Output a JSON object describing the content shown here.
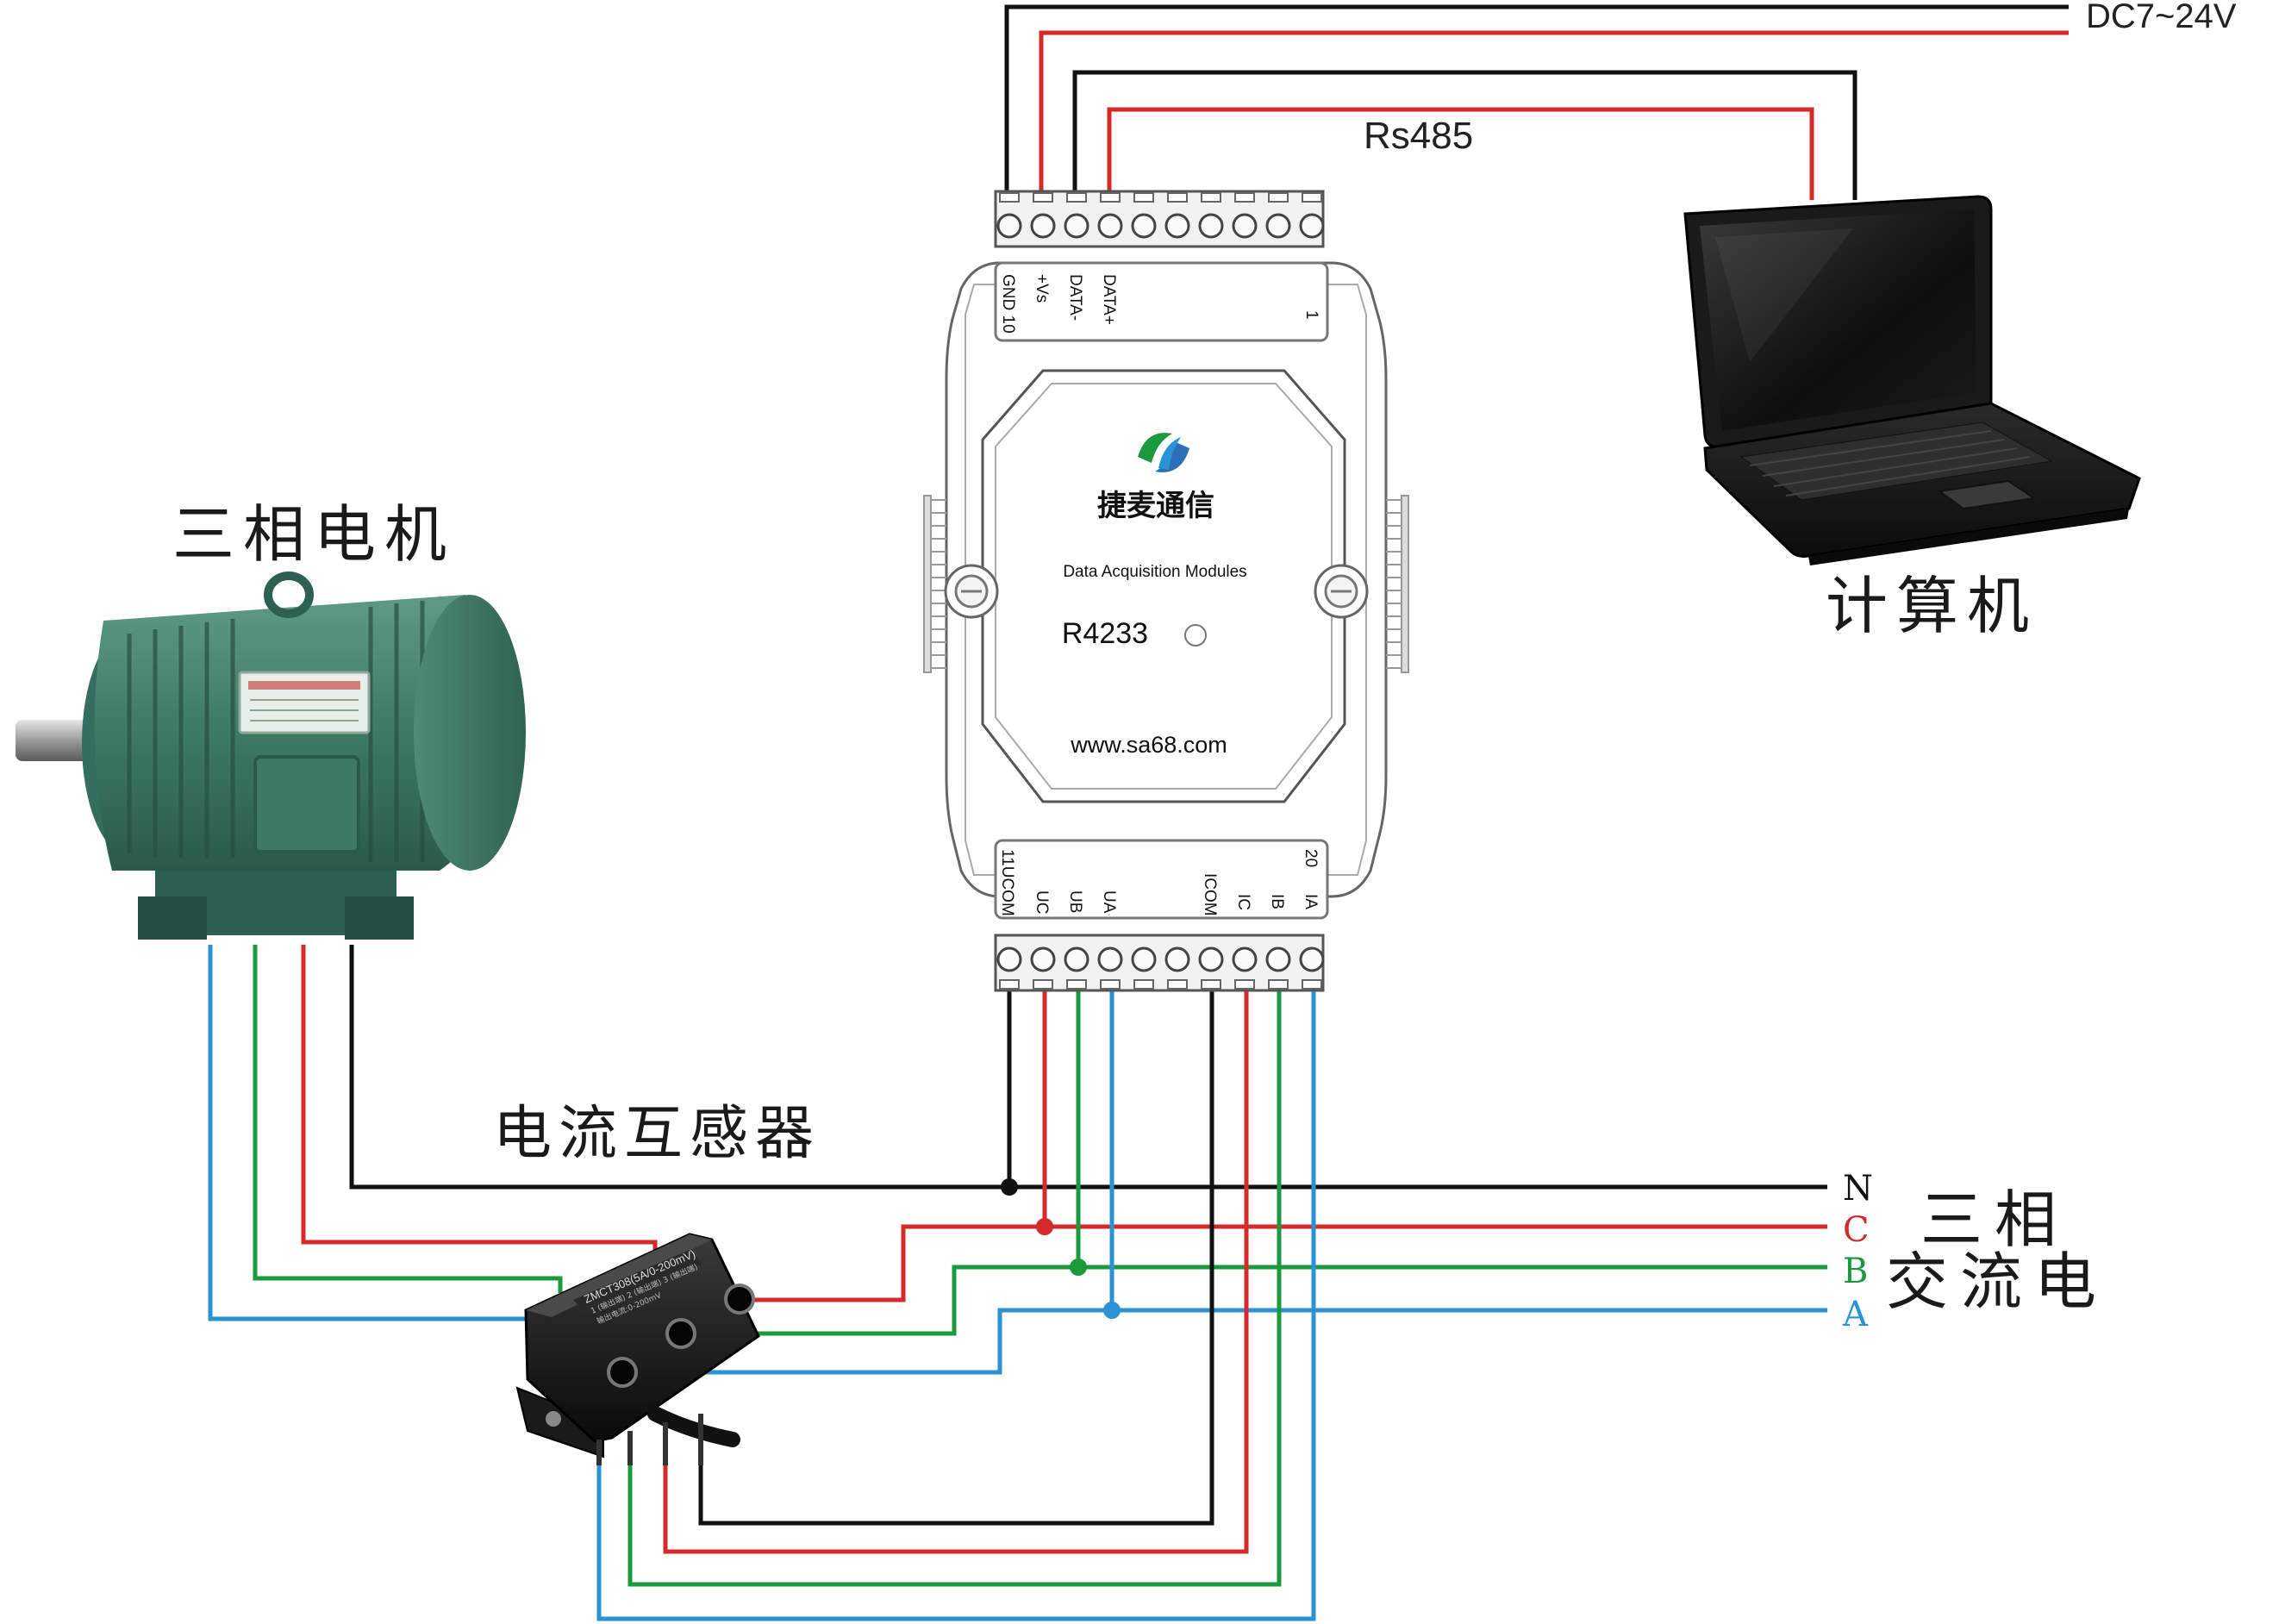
{
  "labels": {
    "power": "DC7~24V",
    "bus": "Rs485",
    "motor": "三相电机",
    "computer": "计算机",
    "ct": "电流互感器",
    "ac_line1": "三相",
    "ac_line2": "交流电"
  },
  "module": {
    "brand": "捷麦通信",
    "subtitle": "Data Acquisition Modules",
    "model": "R4233",
    "website": "www.sa68.com",
    "top_pins": [
      "GND 10",
      "+Vs",
      "DATA-",
      "DATA+"
    ],
    "top_pin_1": "1",
    "bottom_pins": [
      "11UCOM",
      "UC",
      "UB",
      "UA",
      "ICOM",
      "IC",
      "IB",
      "IA"
    ],
    "bottom_pin_20": "20"
  },
  "ct_device": {
    "label_line1": "ZMCT308(5A/0-200mV)",
    "label_line2": "1 (输出端) 2 (输出端) 3 (输出端)",
    "label_line3": "输出电流:0-200mV"
  },
  "phases": [
    {
      "name": "N",
      "color": "#111111"
    },
    {
      "name": "C",
      "color": "#d42a2a"
    },
    {
      "name": "B",
      "color": "#1a9a3c"
    },
    {
      "name": "A",
      "color": "#2a93d6"
    }
  ],
  "colors": {
    "black_wire": "#111111",
    "red_wire": "#d42a2a",
    "green_wire": "#1a9a3c",
    "blue_wire": "#2a93d6",
    "motor_green": "#3c7a66",
    "module_body": "#ffffff"
  }
}
